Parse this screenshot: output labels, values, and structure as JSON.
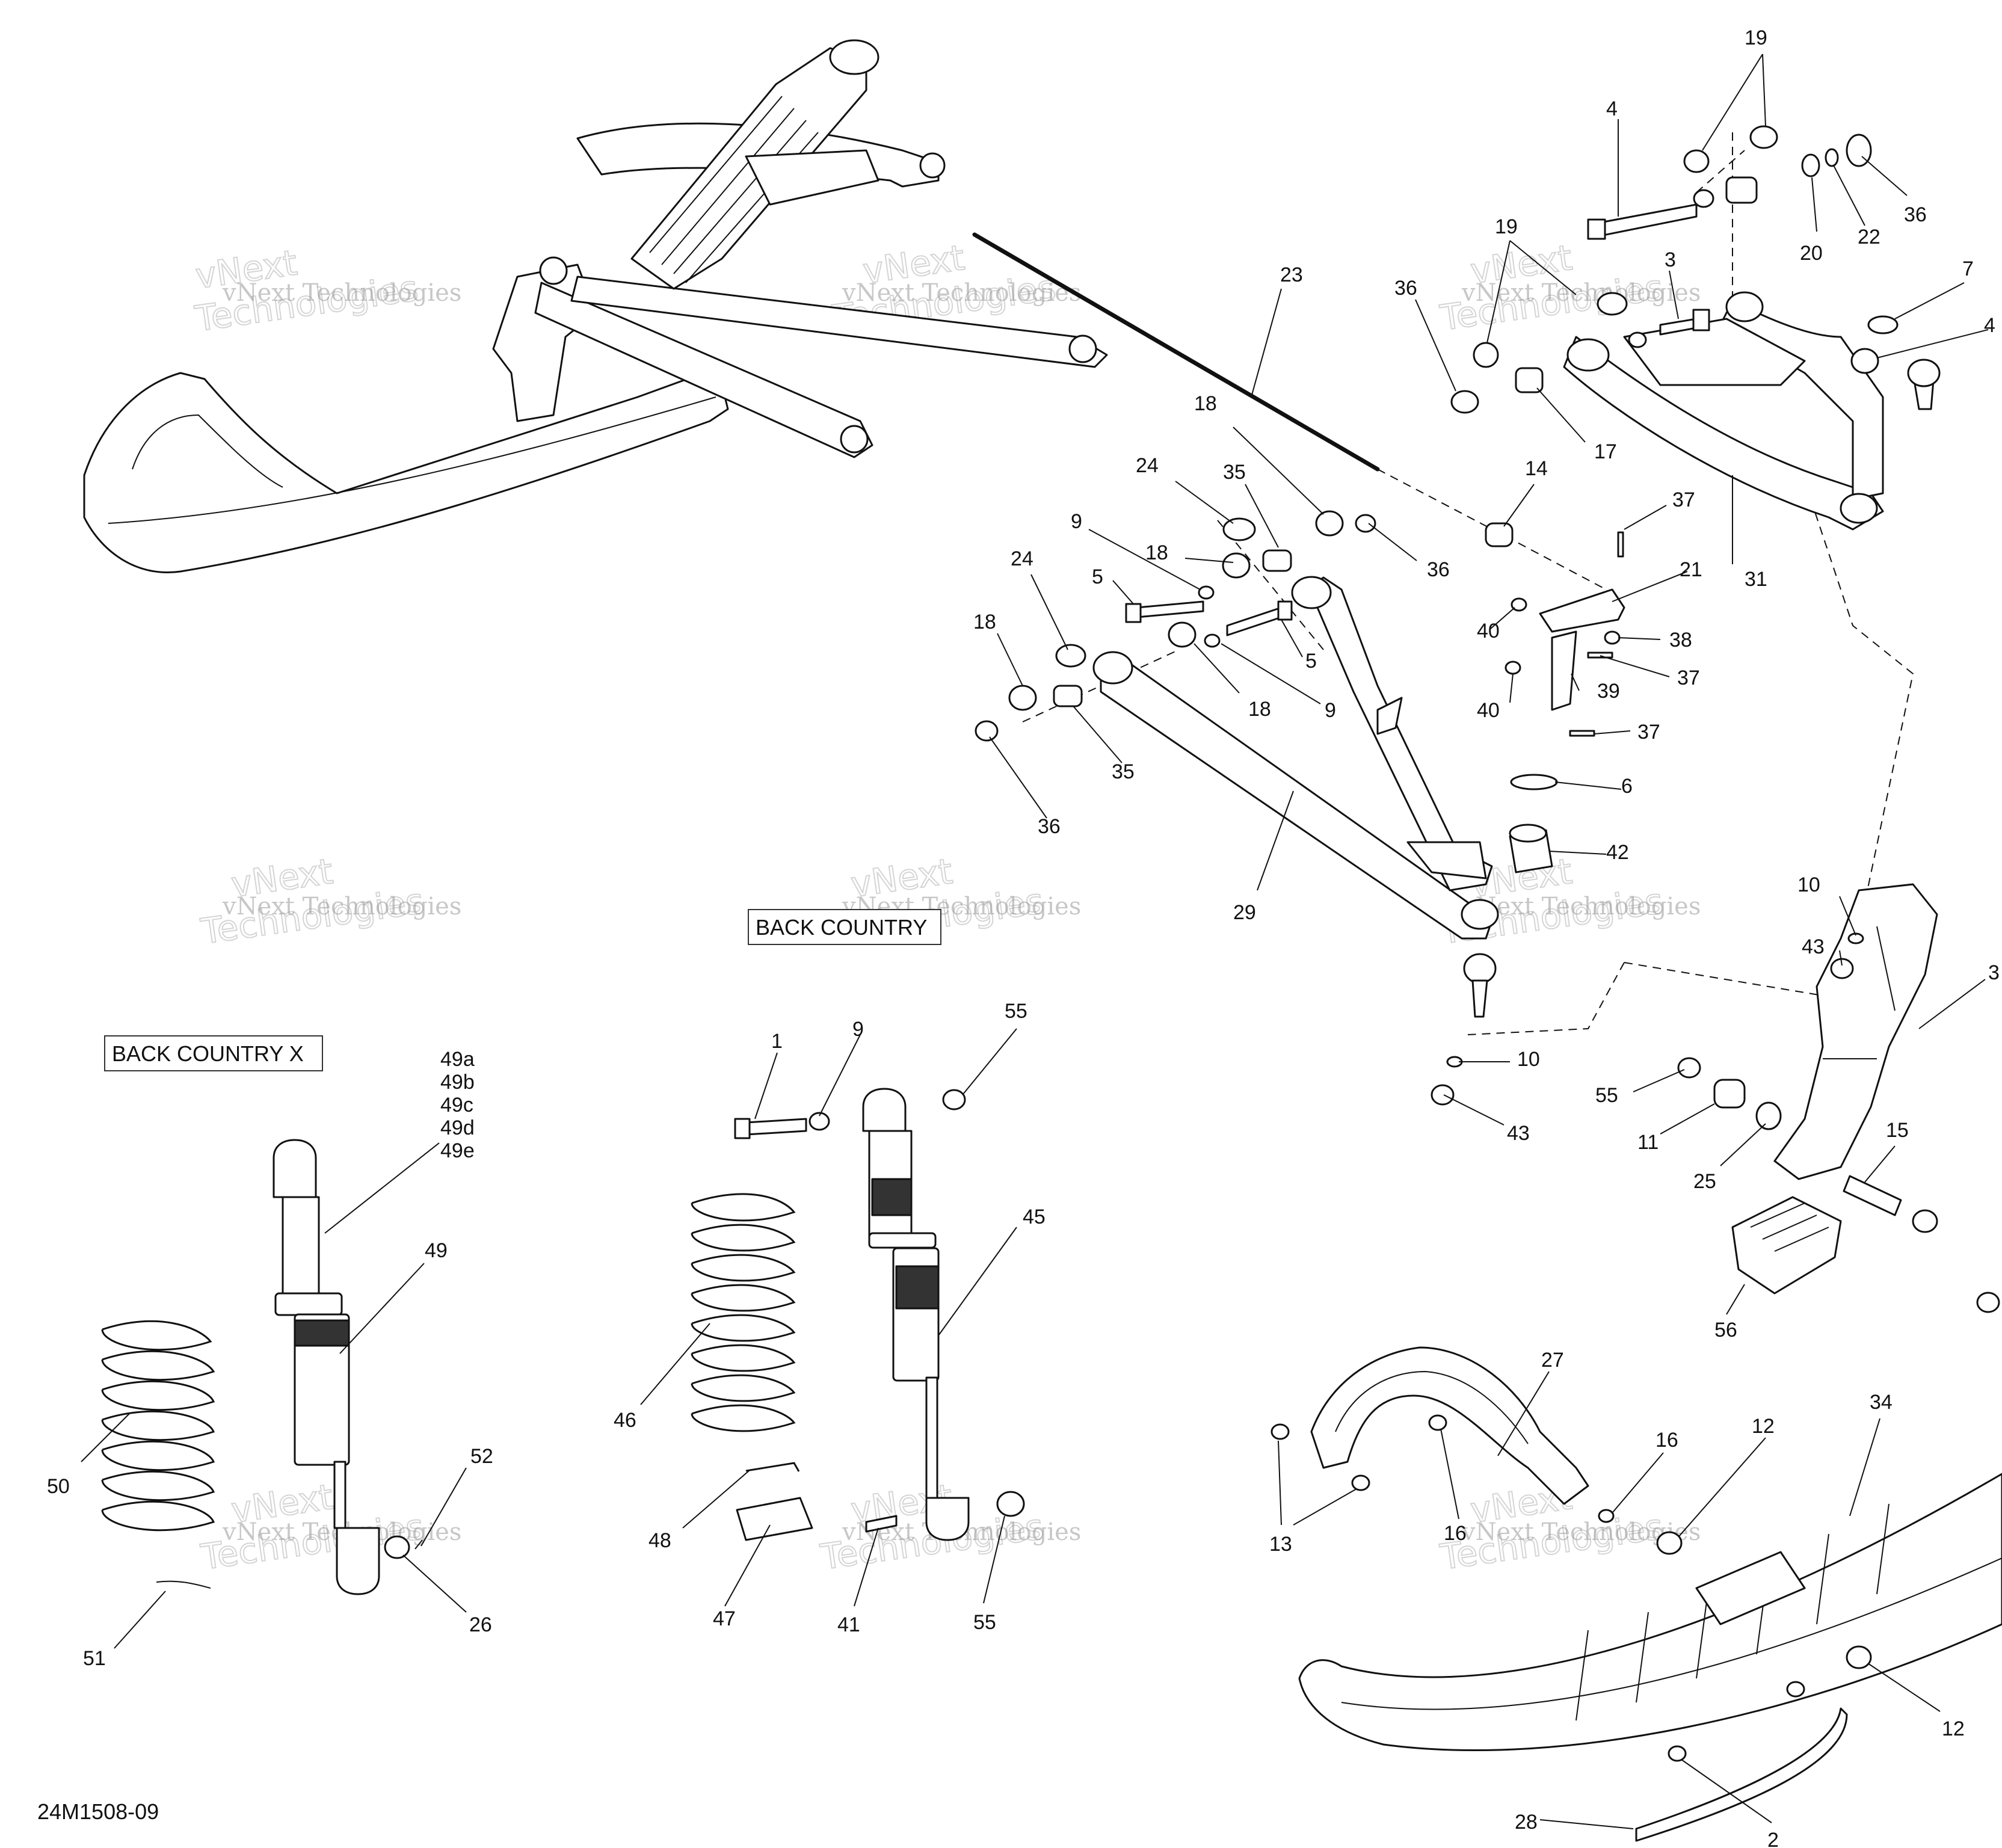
{
  "diagram_code": "24M1508-09",
  "boxes": [
    {
      "key": "bc",
      "text": "BACK COUNTRY"
    },
    {
      "key": "bcx",
      "text": "BACK COUNTRY X"
    }
  ],
  "watermark": {
    "line1": "vNext Technologies",
    "line2a": "vNext",
    "line2b": "Technologies"
  },
  "callouts": [
    "19",
    "19",
    "4",
    "36",
    "22",
    "20",
    "7",
    "4",
    "3",
    "19",
    "36",
    "17",
    "23",
    "31",
    "18",
    "24",
    "35",
    "14",
    "37",
    "21",
    "18",
    "36",
    "9",
    "5",
    "24",
    "40",
    "38",
    "37",
    "18",
    "5",
    "39",
    "40",
    "37",
    "18",
    "9",
    "35",
    "36",
    "6",
    "42",
    "29",
    "10",
    "43",
    "3",
    "10",
    "43",
    "55",
    "11",
    "25",
    "15",
    "56",
    "49a",
    "49b",
    "49c",
    "49d",
    "49e",
    "49",
    "50",
    "52",
    "26",
    "51",
    "1",
    "9",
    "55",
    "45",
    "46",
    "48",
    "47",
    "41",
    "55",
    "27",
    "16",
    "12",
    "34",
    "13",
    "16",
    "12",
    "28",
    "2"
  ]
}
